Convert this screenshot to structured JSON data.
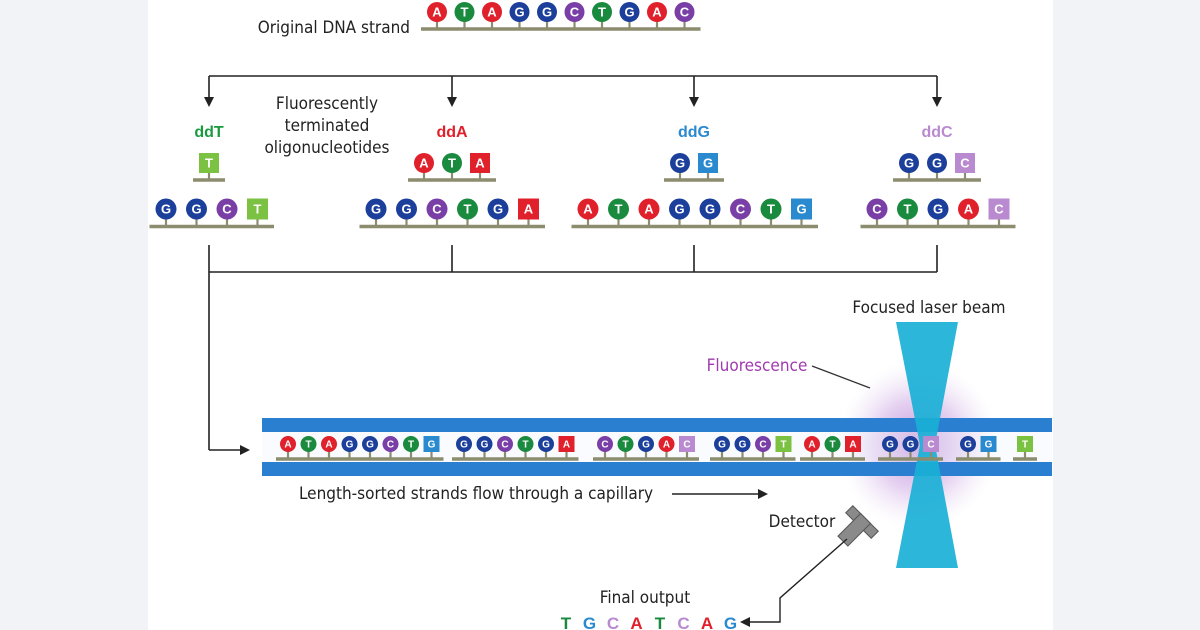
{
  "labels": {
    "original": "Original DNA strand",
    "fluor_oligo": [
      "Fluorescently",
      "terminated",
      "oligonucleotides"
    ],
    "laser": "Focused laser beam",
    "fluorescence": "Fluorescence",
    "flow": "Length-sorted strands flow through a capillary",
    "detector": "Detector",
    "final_output": "Final output"
  },
  "original_strand": "ATAGGCTGAC",
  "colors": {
    "A": "#e0202a",
    "T": "#1a8a3e",
    "G": "#1b3f9a",
    "C": "#7a3fa6",
    "term_T": "#7bc142",
    "term_A": "#e0202a",
    "term_G": "#2a8ad0",
    "term_C": "#b98ad0",
    "backbone": "#8c8c6e",
    "capillary": "#2a7fd0",
    "laser": "#1ab0d6",
    "glow": "#b77fd0",
    "ddT": "#1a9a3e",
    "ddA": "#e0202a",
    "ddG": "#2a8ad0",
    "ddC": "#b98ad0",
    "fluor_label": "#a03ab0"
  },
  "terminators": [
    {
      "name": "ddT",
      "oligo": "T",
      "product": "GGCT"
    },
    {
      "name": "ddA",
      "oligo": "ATA",
      "product": "GGCTGA"
    },
    {
      "name": "ddG",
      "oligo": "GG",
      "product": "ATAGGCTG"
    },
    {
      "name": "ddC",
      "oligo": "GGC",
      "product": "CTGAC"
    }
  ],
  "capillary_strands": [
    "ATAGGCTG",
    "GGCTGA",
    "CTGAC",
    "GGCT",
    "ATA",
    "GGC",
    "GG",
    "T"
  ],
  "final_output": [
    "T",
    "G",
    "C",
    "A",
    "T",
    "C",
    "A",
    "G"
  ]
}
